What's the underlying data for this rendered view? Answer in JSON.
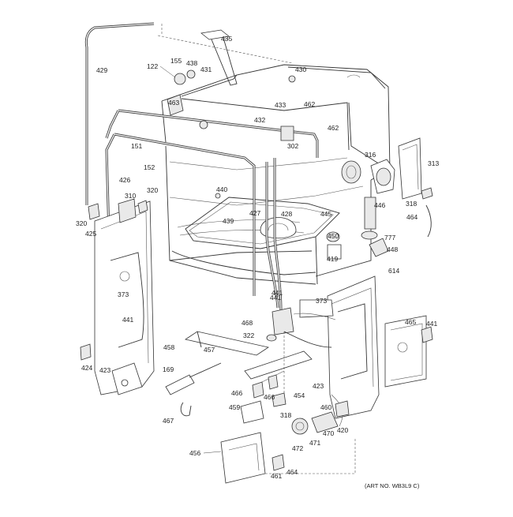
{
  "diagram": {
    "art_number": "(ART NO. WB3L9 C)",
    "parts": [
      {
        "id": "p435",
        "label": "435"
      },
      {
        "id": "p430",
        "label": "430"
      },
      {
        "id": "p429",
        "label": "429"
      },
      {
        "id": "p122",
        "label": "122"
      },
      {
        "id": "p155",
        "label": "155"
      },
      {
        "id": "p438",
        "label": "438"
      },
      {
        "id": "p431",
        "label": "431"
      },
      {
        "id": "p463",
        "label": "463"
      },
      {
        "id": "p433",
        "label": "433"
      },
      {
        "id": "p462a",
        "label": "462"
      },
      {
        "id": "p432",
        "label": "432"
      },
      {
        "id": "p462b",
        "label": "462"
      },
      {
        "id": "p302",
        "label": "302"
      },
      {
        "id": "p151",
        "label": "151"
      },
      {
        "id": "p152",
        "label": "152"
      },
      {
        "id": "p316",
        "label": "316"
      },
      {
        "id": "p313",
        "label": "313"
      },
      {
        "id": "p426",
        "label": "426"
      },
      {
        "id": "p310",
        "label": "310"
      },
      {
        "id": "p320a",
        "label": "320"
      },
      {
        "id": "p440",
        "label": "440"
      },
      {
        "id": "p439",
        "label": "439"
      },
      {
        "id": "p427",
        "label": "427"
      },
      {
        "id": "p428",
        "label": "428"
      },
      {
        "id": "p445",
        "label": "445"
      },
      {
        "id": "p446",
        "label": "446"
      },
      {
        "id": "p318a",
        "label": "318"
      },
      {
        "id": "p464a",
        "label": "464"
      },
      {
        "id": "p320b",
        "label": "320"
      },
      {
        "id": "p425",
        "label": "425"
      },
      {
        "id": "p450",
        "label": "450"
      },
      {
        "id": "p777",
        "label": "777"
      },
      {
        "id": "p448",
        "label": "448"
      },
      {
        "id": "p419",
        "label": "419"
      },
      {
        "id": "p614",
        "label": "614"
      },
      {
        "id": "p373a",
        "label": "373"
      },
      {
        "id": "p441a",
        "label": "441"
      },
      {
        "id": "p373b",
        "label": "373"
      },
      {
        "id": "p441b",
        "label": "441"
      },
      {
        "id": "p441c",
        "label": "441"
      },
      {
        "id": "p465",
        "label": "465"
      },
      {
        "id": "p441d",
        "label": "441"
      },
      {
        "id": "p468",
        "label": "468"
      },
      {
        "id": "p322",
        "label": "322"
      },
      {
        "id": "p458",
        "label": "458"
      },
      {
        "id": "p457",
        "label": "457"
      },
      {
        "id": "p424",
        "label": "424"
      },
      {
        "id": "p423a",
        "label": "423"
      },
      {
        "id": "p169",
        "label": "169"
      },
      {
        "id": "p466a",
        "label": "466"
      },
      {
        "id": "p466b",
        "label": "466"
      },
      {
        "id": "p454",
        "label": "454"
      },
      {
        "id": "p423b",
        "label": "423"
      },
      {
        "id": "p459",
        "label": "459"
      },
      {
        "id": "p318b",
        "label": "318"
      },
      {
        "id": "p460",
        "label": "460"
      },
      {
        "id": "p467",
        "label": "467"
      },
      {
        "id": "p470",
        "label": "470"
      },
      {
        "id": "p420",
        "label": "420"
      },
      {
        "id": "p472",
        "label": "472"
      },
      {
        "id": "p471",
        "label": "471"
      },
      {
        "id": "p456",
        "label": "456"
      },
      {
        "id": "p461",
        "label": "461"
      },
      {
        "id": "p464b",
        "label": "464"
      }
    ]
  }
}
